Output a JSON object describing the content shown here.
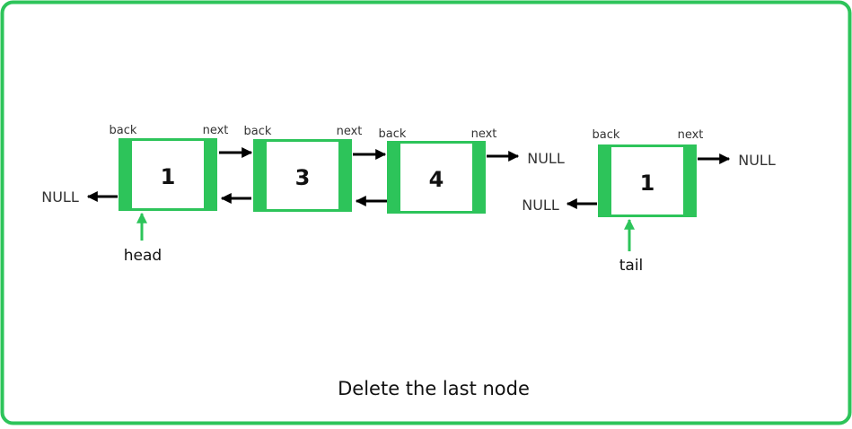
{
  "diagram": {
    "caption": "Delete the last node",
    "null_label": "NULL",
    "back_label": "back",
    "next_label": "next",
    "list_nodes": [
      {
        "value": "1"
      },
      {
        "value": "3"
      },
      {
        "value": "4"
      }
    ],
    "removed_node": {
      "value": "1"
    },
    "head_label": "head",
    "tail_label": "tail"
  },
  "colors": {
    "node_green": "#2dc45a",
    "border_green": "#2dc45a",
    "arrow": "#000000"
  }
}
